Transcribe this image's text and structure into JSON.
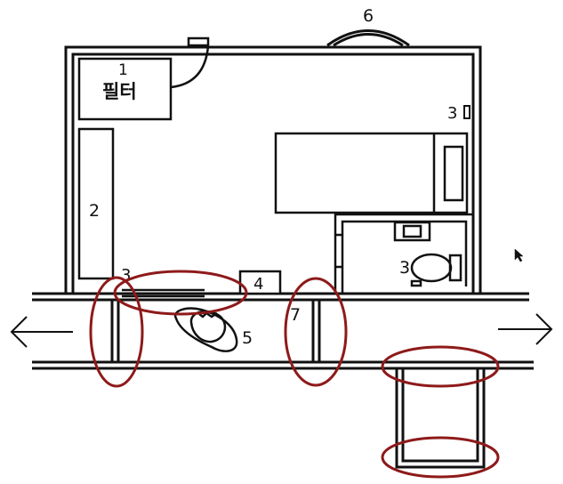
{
  "labels": {
    "filter_number": "1",
    "filter_text": "필터",
    "n2": "2",
    "n3_top": "3",
    "n3_wall": "3",
    "n3_toilet": "3",
    "n4": "4",
    "n5": "5",
    "n6": "6",
    "n7": "7"
  },
  "colors": {
    "ink": "#111111",
    "highlight": "#8e1a1a",
    "paper": "#ffffff"
  },
  "icons": {
    "arrow_left": "arrow-left-icon",
    "arrow_right": "arrow-right-icon",
    "cursor": "mouse-cursor-icon"
  }
}
